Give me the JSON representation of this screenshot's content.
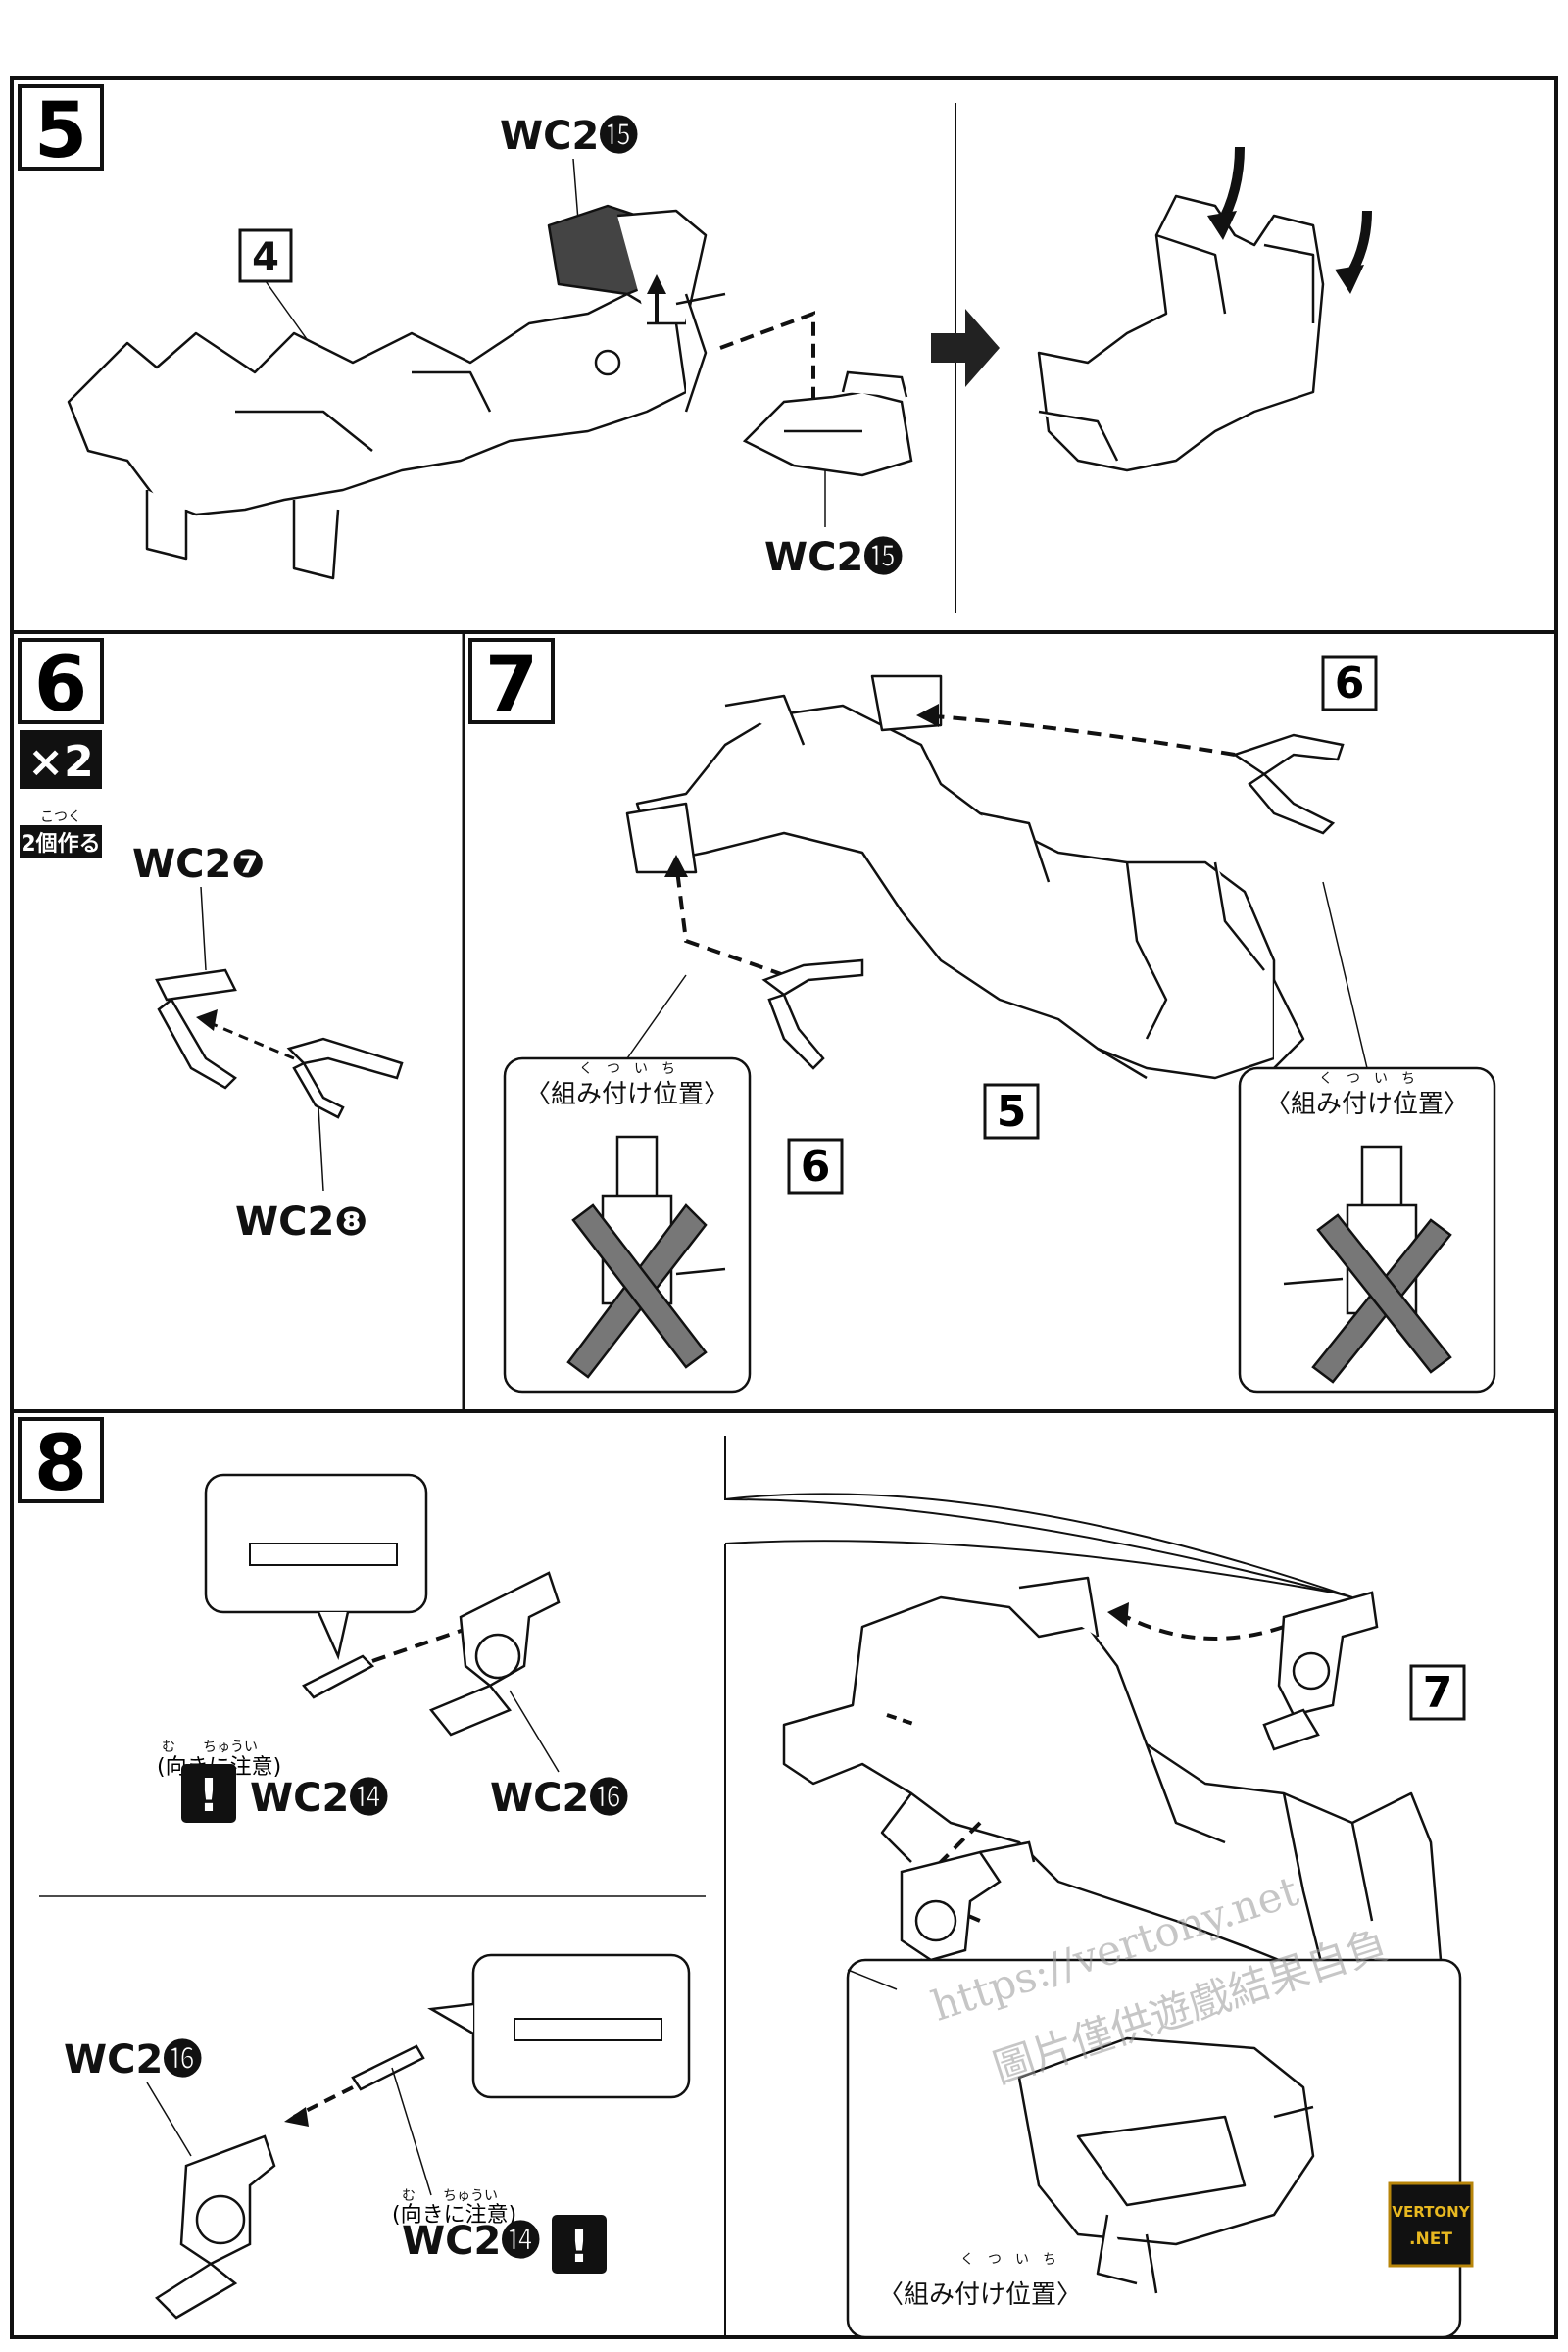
{
  "steps": {
    "s5": {
      "num": "5",
      "ref_step": "4",
      "part_top": "WC2⓯",
      "part_bottom": "WC2⓯"
    },
    "s6": {
      "num": "6",
      "qty": "×2",
      "qty_note": "2個作る",
      "qty_ruby": "こつく",
      "part_a": "WC2❼",
      "part_b": "WC2❽"
    },
    "s7": {
      "num": "7",
      "ref_top": "6",
      "ref_bottom": "6",
      "ref_main": "5",
      "pos_label_left": "〈組み付け位置〉",
      "pos_label_right": "〈組み付け位置〉",
      "ruby_left": "く　つ　い　ち",
      "ruby_right": "く　つ　い　ち"
    },
    "s8": {
      "num": "8",
      "part_a": "WC2⓮",
      "part_b": "WC2⓰",
      "part_c": "WC2⓰",
      "part_d": "WC2⓮",
      "ref_main": "7",
      "caution": "(向きに注意)",
      "caution_ruby": "む　　ちゅうい",
      "pos_label": "〈組み付け位置〉",
      "pos_ruby": "く　つ　い　ち",
      "warn_mark": "!"
    }
  },
  "watermark": {
    "url": "https://vertony.net",
    "note": "圖片僅供遊戲結果自負",
    "logo_line1": "VERTONY",
    "logo_line2": ".NET"
  }
}
